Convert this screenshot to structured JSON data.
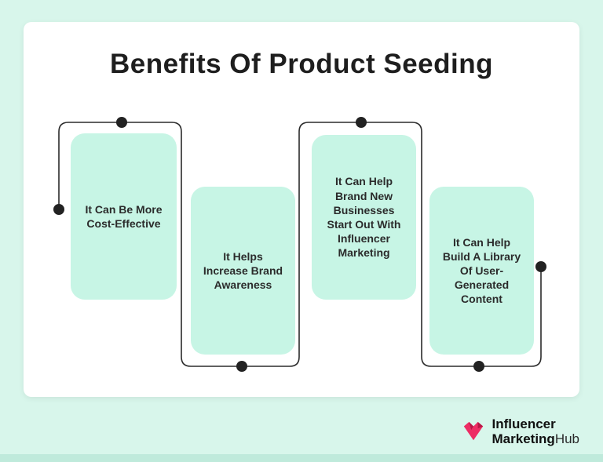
{
  "page": {
    "title": "Benefits Of Product Seeding"
  },
  "cards": [
    {
      "label": "It Can Be More Cost-Effective"
    },
    {
      "label": "It Helps Increase Brand Awareness"
    },
    {
      "label": "It Can Help Brand New Businesses Start Out With Influencer Marketing"
    },
    {
      "label": "It Can Help Build A Library Of User-Generated Content"
    }
  ],
  "logo": {
    "line1": "Influencer",
    "line2_bold": "Marketing",
    "line2_light": "Hub"
  },
  "colors": {
    "background": "#d8f6eb",
    "panel_bg": "#ffffff",
    "tile_bg": "#c7f5e5",
    "line": "#2b2b2b",
    "title": "#1e1e1e",
    "text": "#2b2b2b",
    "logo_pink": "#ed2d64",
    "logo_pink_dark": "#b71746",
    "strip": "#bfeadb"
  }
}
